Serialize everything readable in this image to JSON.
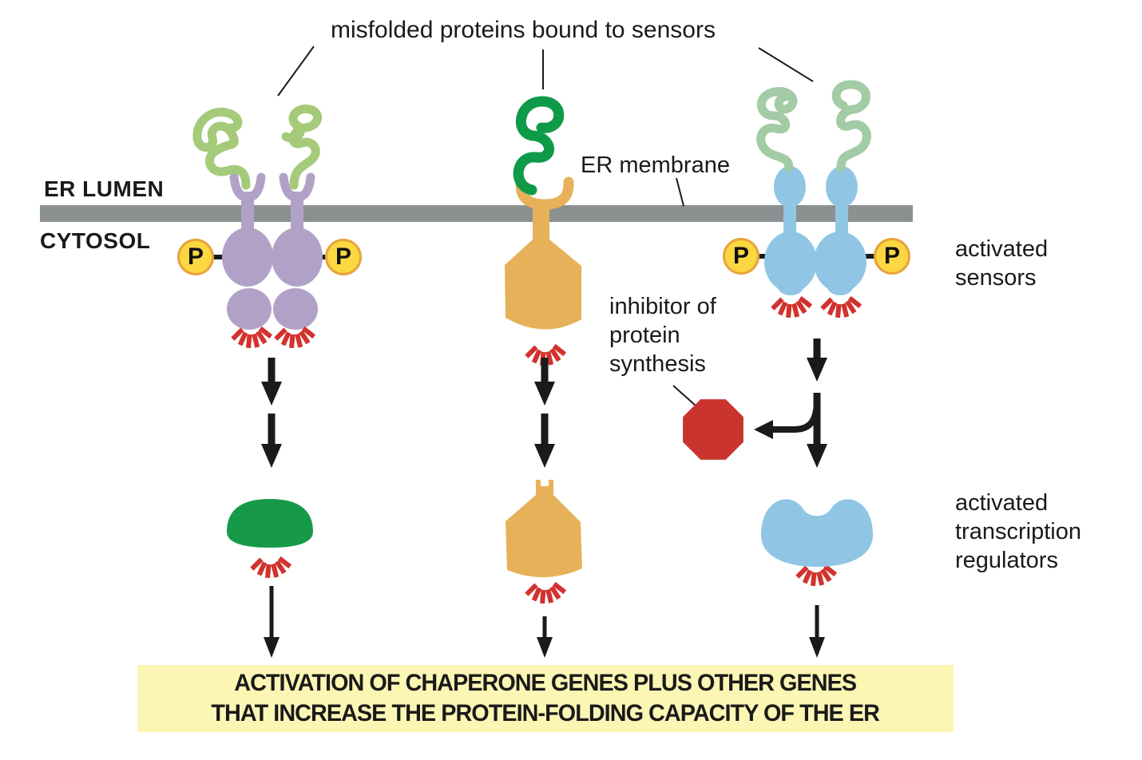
{
  "labels": {
    "title": "misfolded proteins bound to sensors",
    "er_lumen": "ER LUMEN",
    "cytosol": "CYTOSOL",
    "er_membrane": "ER membrane",
    "inhibitor": "inhibitor of\nprotein\nsynthesis",
    "activated_sensors": "activated\nsensors",
    "activated_transcription_regulators": "activated\ntranscription\nregulators",
    "phosphate": "P",
    "outcome_line1": "ACTIVATION OF CHAPERONE GENES PLUS OTHER GENES",
    "outcome_line2": "THAT INCREASE THE PROTEIN-FOLDING CAPACITY OF THE ER"
  },
  "colors": {
    "membrane_gray": "#8a9190",
    "purple": "#b2a1c7",
    "yellow_green": "#a5ca79",
    "dark_green": "#0f9a49",
    "sage_green": "#a3cba6",
    "orange": "#e7b159",
    "blue": "#90c6e4",
    "green_regulator": "#169a4a",
    "red": "#d2322e",
    "octagon_red": "#c9342f",
    "phosphate_yellow": "#fbd842",
    "phosphate_border": "#e8a33c",
    "box_yellow": "#fcf6b4",
    "text_black": "#1a1a1a",
    "arrow_black": "#1a1a1a"
  }
}
